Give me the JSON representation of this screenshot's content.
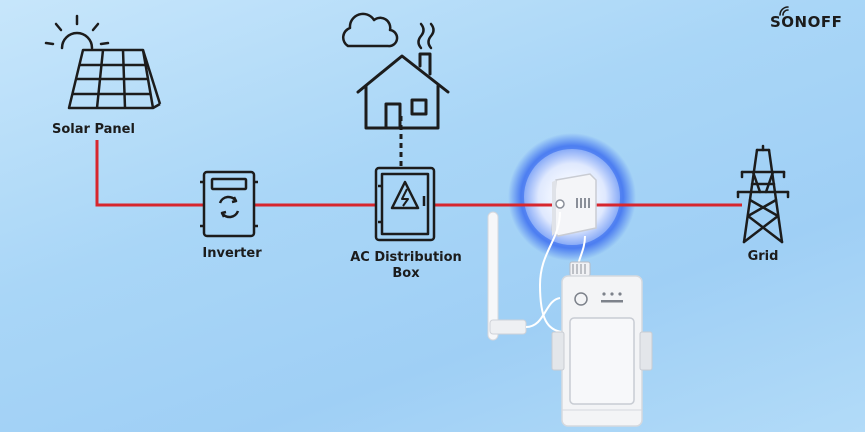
{
  "brand": {
    "name": "SONOFF"
  },
  "nodes": {
    "solar_panel": "Solar Panel",
    "inverter": "Inverter",
    "distribution_box_line1": "AC Distribution",
    "distribution_box_line2": "Box",
    "grid": "Grid"
  },
  "colors": {
    "power_line": "#d7262e",
    "outline": "#1c1c1c",
    "device_body": "#f3f4f6",
    "halo": "#3d6ff0"
  },
  "icons": [
    "sun-icon",
    "solar-panel-icon",
    "cloud-icon",
    "smoke-icon",
    "house-icon",
    "inverter-icon",
    "distribution-box-icon",
    "high-voltage-icon",
    "transmission-tower-icon",
    "wifi-icon",
    "ct-clamp-icon",
    "antenna-icon",
    "power-meter-device"
  ]
}
